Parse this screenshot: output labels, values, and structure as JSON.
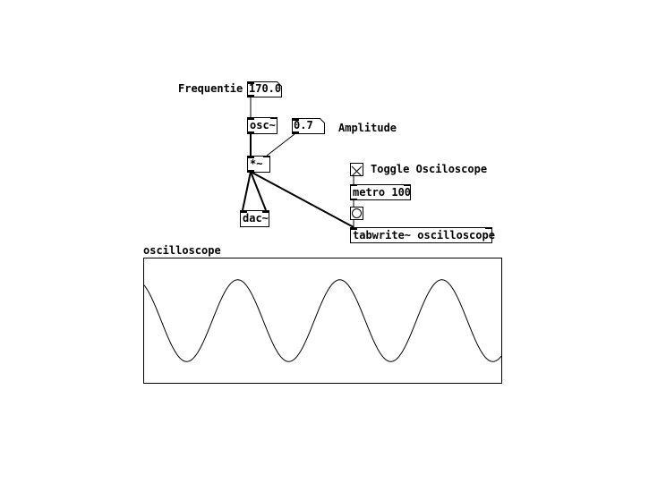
{
  "patch": {
    "comments": {
      "frequentie": "Frequentie",
      "amplitude": "Amplitude",
      "toggle_osciloscope": "Toggle Osciloscope",
      "array_label": "oscilloscope"
    },
    "objects": {
      "freq_number": "170.0",
      "osc": "osc~",
      "amp_number": "0.7",
      "multiply": "*~",
      "dac": "dac~",
      "metro": "metro 100",
      "tabwrite": "tabwrite~ oscilloscope"
    },
    "toggle": {
      "checked": true
    },
    "array": {
      "name": "oscilloscope",
      "cycles": 3.5,
      "amplitude": 0.7
    },
    "colors": {
      "foreground": "#000000",
      "background": "#ffffff"
    }
  }
}
